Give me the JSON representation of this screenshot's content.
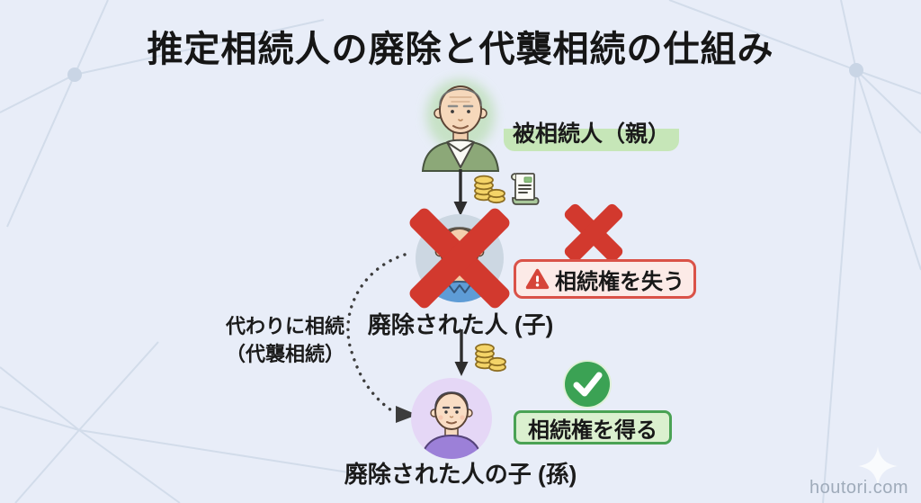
{
  "page": {
    "title": "推定相続人の廃除と代襲相続の仕組み",
    "watermark": "houtori.com"
  },
  "parent": {
    "label": "被相続人（親）"
  },
  "child": {
    "label": "廃除された人 (子)"
  },
  "grandchild": {
    "label": "廃除された人の子 (孫)"
  },
  "substitute_arrow": {
    "line1": "代わりに相続",
    "line2": "（代襲相続）"
  },
  "status": {
    "lose": {
      "label": "相続権を失う",
      "icon": "warning-triangle-icon"
    },
    "gain": {
      "label": "相続権を得る",
      "icon": "check-circle-icon"
    }
  },
  "transfer_icons": [
    "down-arrow-icon",
    "coins-icon",
    "will-document-icon"
  ],
  "colors": {
    "background": "#e8edf8",
    "network_line": "#d2dcea",
    "accent_red": "#d2392e",
    "accent_green": "#3ba254",
    "highlight_green": "#c6e6b8",
    "lose_box_bg": "#fceae7",
    "lose_box_border": "#da5248",
    "gain_box_bg": "#dbf0cf",
    "gain_box_border": "#4aa254",
    "text": "#1b1b1b",
    "watermark": "#9fabba"
  }
}
